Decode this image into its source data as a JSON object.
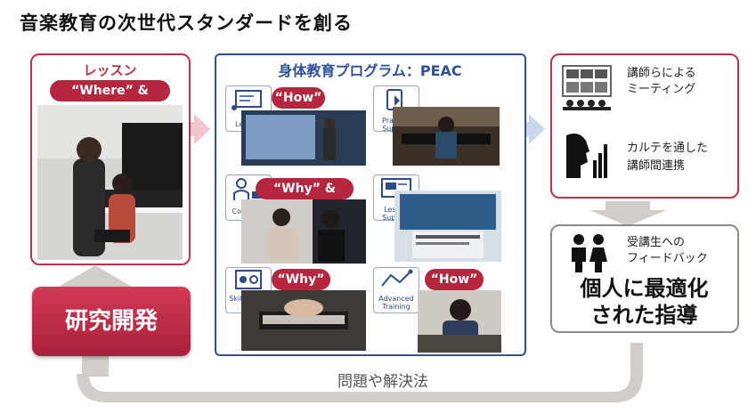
{
  "title": "音楽教育の次世代スタンダードを創る",
  "lesson": {
    "title": "レッスン",
    "tag": "“Where” & “What”"
  },
  "program": {
    "title": "身体教育プログラム：PEAC",
    "items": [
      {
        "label": "Lecture",
        "tag": "“How”",
        "icon": "lecture-board-icon"
      },
      {
        "label": "Practice Support",
        "tag": "",
        "icon": "practice-device-icon"
      },
      {
        "label": "Coaching",
        "tag": "“Why” & “How”",
        "icon": "coaching-people-icon"
      },
      {
        "label": "Lesson Support",
        "tag": "",
        "icon": "lesson-screen-icon"
      },
      {
        "label": "Skill Check",
        "tag": "“Why”",
        "icon": "skill-check-icon"
      },
      {
        "label": "Advanced Training",
        "tag": "“How”",
        "icon": "advanced-training-icon"
      }
    ]
  },
  "meeting": {
    "line1": "講師らによる",
    "line2": "ミーティング",
    "icon": "meeting-icon"
  },
  "karte": {
    "line1": "カルテを通した",
    "line2": "講師間連携",
    "icon": "speaking-head-chart-icon"
  },
  "feedback": {
    "line1": "受講生への",
    "line2": "フィードバック",
    "icon": "students-icon"
  },
  "result": {
    "line1": "個人に最適化",
    "line2": "された指導"
  },
  "research": {
    "label": "研究開発"
  },
  "loop": {
    "label": "問題や解決法"
  },
  "colors": {
    "red": "#c0304a",
    "blue": "#2f4f9a",
    "gray": "#8f8a85",
    "arrow": "#d2cdc8"
  }
}
